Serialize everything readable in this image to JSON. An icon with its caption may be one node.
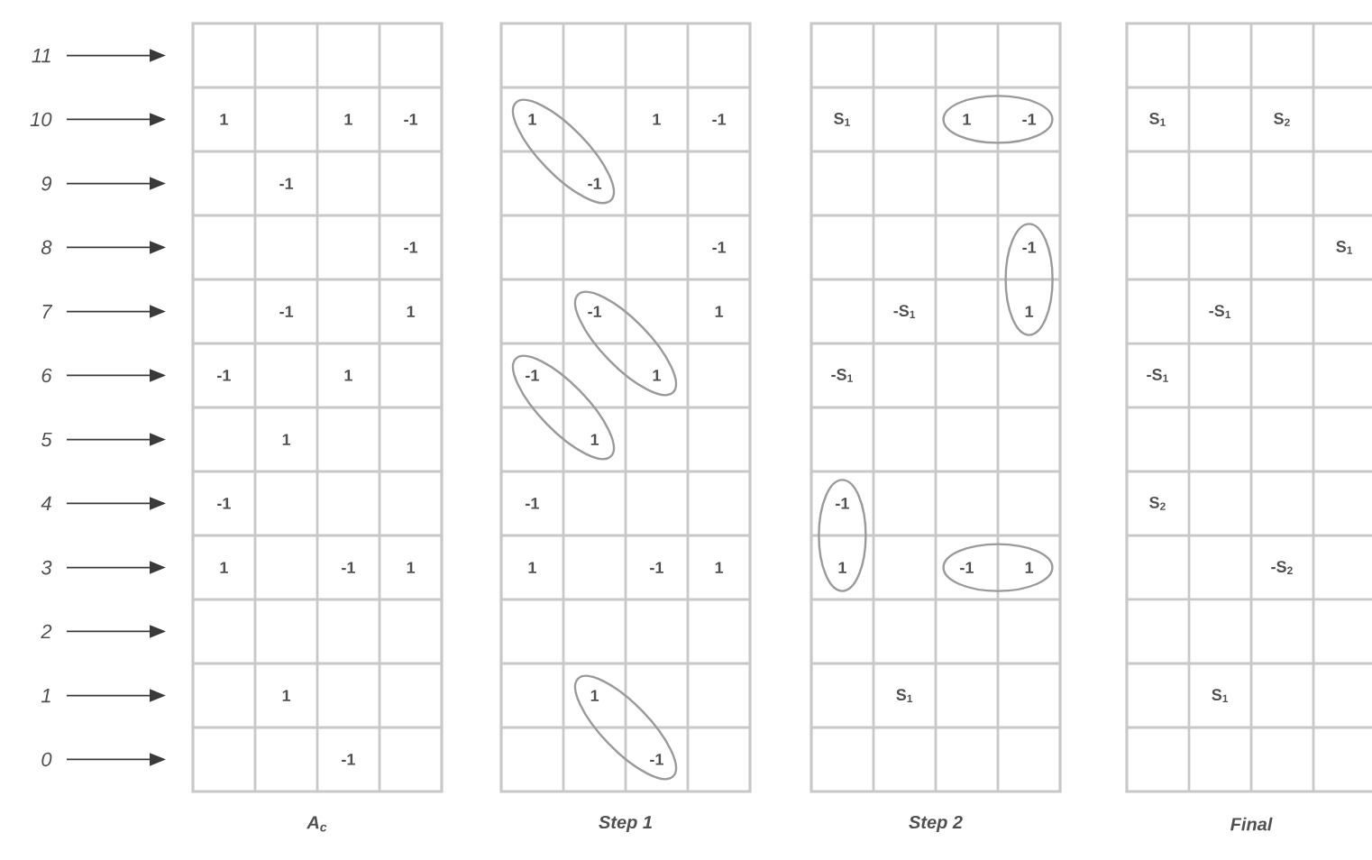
{
  "diagram": {
    "nodes": [
      {
        "text": [
          "11"
        ]
      },
      {
        "text": [
          "10"
        ]
      },
      {
        "text": [
          "9"
        ]
      },
      {
        "text": [
          "8"
        ]
      },
      {
        "text": [
          "7"
        ]
      },
      {
        "text": [
          "6"
        ]
      },
      {
        "text": [
          "5"
        ]
      },
      {
        "text": [
          "4"
        ]
      },
      {
        "text": [
          "3"
        ]
      },
      {
        "text": [
          "2"
        ]
      },
      {
        "text": [
          "1"
        ]
      },
      {
        "text": [
          "0"
        ]
      },
      {
        "text": [
          "1",
          "1",
          "-1",
          "-1",
          "-1",
          "-1",
          "1",
          "-1",
          "1",
          "1",
          "-1",
          "1",
          "-1",
          "1",
          "1",
          "-1"
        ],
        "beside": [
          "A$_{c}$"
        ]
      },
      {
        "text": [
          "1",
          "1",
          "-1",
          "-1",
          "-1",
          "-1",
          "1",
          "-1",
          "1",
          "1",
          "-1",
          "1",
          "-1",
          "1",
          "1",
          "-1"
        ],
        "beside": [
          "Step 1"
        ]
      },
      {
        "text": [
          "S$_{1}$",
          "1",
          "-1",
          "-1",
          "-S$_{1}$",
          "1",
          "-S$_{1}$",
          "-1",
          "1",
          "-1",
          "1",
          "S$_{1}$"
        ],
        "beside": [
          "Step 2"
        ]
      },
      {
        "text": [
          "S$_{1}$",
          "S$_{2}$",
          "S$_{1}$",
          "-S$_{1}$",
          "-S$_{1}$",
          "S$_{2}$",
          "-S$_{2}$",
          "S$_{1}$"
        ],
        "beside": [
          "Final"
        ]
      }
    ],
    "edges": [
      {
        "from": 0,
        "to": null,
        "arrow": "to"
      },
      {
        "from": 1,
        "to": null,
        "arrow": "to"
      },
      {
        "from": 2,
        "to": null,
        "arrow": "to"
      },
      {
        "from": 3,
        "to": null,
        "arrow": "to"
      },
      {
        "from": 4,
        "to": null,
        "arrow": "to"
      },
      {
        "from": 5,
        "to": null,
        "arrow": "to"
      },
      {
        "from": 6,
        "to": null,
        "arrow": "to"
      },
      {
        "from": 7,
        "to": null,
        "arrow": "to"
      },
      {
        "from": 8,
        "to": null,
        "arrow": "to"
      },
      {
        "from": 9,
        "to": null,
        "arrow": "to"
      },
      {
        "from": 10,
        "to": null,
        "arrow": "to"
      },
      {
        "from": 11,
        "to": null,
        "arrow": "to"
      }
    ]
  }
}
